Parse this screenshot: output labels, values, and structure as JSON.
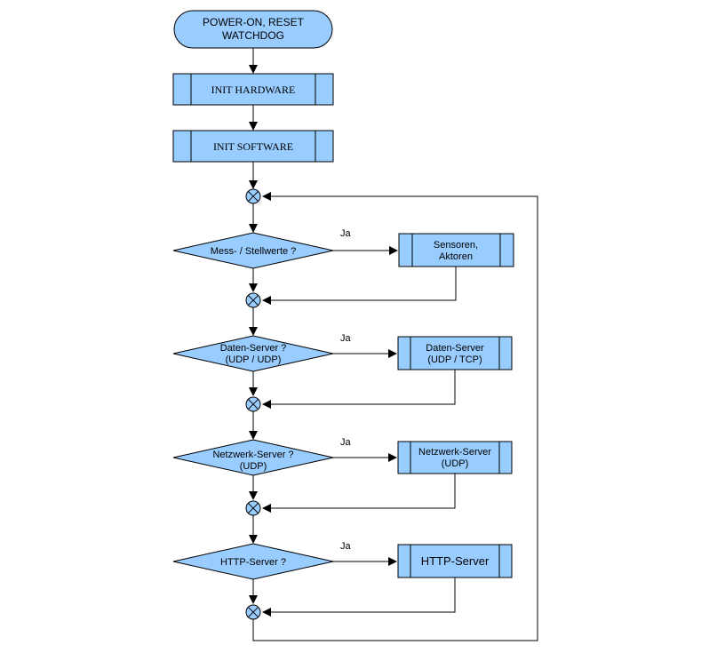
{
  "colors": {
    "fill": "#99CCFF",
    "stroke": "#000000",
    "background": "#FFFFFF"
  },
  "start": {
    "line1": "POWER-ON, RESET",
    "line2": "WATCHDOG"
  },
  "init_hardware": "INIT HARDWARE",
  "init_software": "INIT SOFTWARE",
  "yes_label": "Ja",
  "decisions": [
    {
      "line1": "Mess- / Stellwerte ?",
      "line2": ""
    },
    {
      "line1": "Daten-Server ?",
      "line2": "(UDP / UDP)"
    },
    {
      "line1": "Netzwerk-Server ?",
      "line2": "(UDP)"
    },
    {
      "line1": "HTTP-Server ?",
      "line2": ""
    }
  ],
  "processes": [
    {
      "line1": "Sensoren,",
      "line2": "Aktoren"
    },
    {
      "line1": "Daten-Server",
      "line2": "(UDP / TCP)"
    },
    {
      "line1": "Netzwerk-Server",
      "line2": "(UDP)"
    },
    {
      "line1": "HTTP-Server",
      "line2": ""
    }
  ],
  "junction_icon": "summing-junction-x-icon"
}
